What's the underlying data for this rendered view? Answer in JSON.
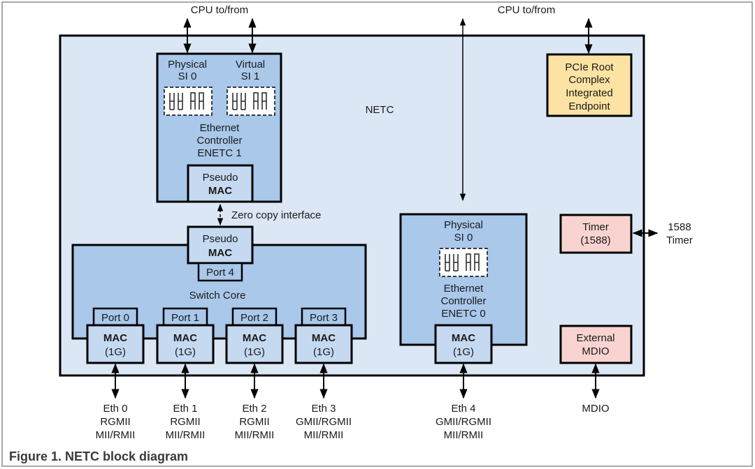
{
  "caption": "Figure 1.  NETC block diagram",
  "colors": {
    "netc_fill": "#dce7f5",
    "controller_fill": "#a9c8ea",
    "mac_fill": "#c5d9f1",
    "pcie_fill": "#fde3a3",
    "timer_fill": "#f8d3d0",
    "stroke": "#000000"
  },
  "labels": {
    "cpu_left": "CPU to/from",
    "cpu_right": "CPU to/from",
    "netc": "NETC",
    "zero_copy": "Zero copy interface",
    "switch_core": "Switch Core",
    "timer_external": [
      "1588",
      "Timer"
    ]
  },
  "enetc1": {
    "si0": [
      "Physical",
      "SI 0"
    ],
    "si1": [
      "Virtual",
      "SI 1"
    ],
    "name": [
      "Ethernet",
      "Controller",
      "ENETC 1"
    ],
    "pseudo_mac": [
      "Pseudo",
      "MAC"
    ]
  },
  "switch": {
    "pseudo_mac": [
      "Pseudo",
      "MAC"
    ],
    "port4": "Port 4",
    "ports": [
      {
        "port": "Port 0",
        "mac": "MAC",
        "speed": "(1G)",
        "eth": [
          "Eth 0",
          "RGMII",
          "MII/RMII"
        ]
      },
      {
        "port": "Port 1",
        "mac": "MAC",
        "speed": "(1G)",
        "eth": [
          "Eth 1",
          "RGMII",
          "MII/RMII"
        ]
      },
      {
        "port": "Port 2",
        "mac": "MAC",
        "speed": "(1G)",
        "eth": [
          "Eth 2",
          "RGMII",
          "MII/RMII"
        ]
      },
      {
        "port": "Port 3",
        "mac": "MAC",
        "speed": "(1G)",
        "eth": [
          "Eth 3",
          "GMII/RGMII",
          "MII/RMII"
        ]
      }
    ]
  },
  "enetc0": {
    "si0": [
      "Physical",
      "SI 0"
    ],
    "name": [
      "Ethernet",
      "Controller",
      "ENETC 0"
    ],
    "mac": "MAC",
    "speed": "(1G)",
    "eth": [
      "Eth 4",
      "GMII/RGMII",
      "MII/RMII"
    ]
  },
  "pcie": [
    "PCIe Root",
    "Complex",
    "Integrated",
    "Endpoint"
  ],
  "timer": [
    "Timer",
    "(1588)"
  ],
  "mdio_block": [
    "External",
    "MDIO"
  ],
  "mdio_external": "MDIO"
}
